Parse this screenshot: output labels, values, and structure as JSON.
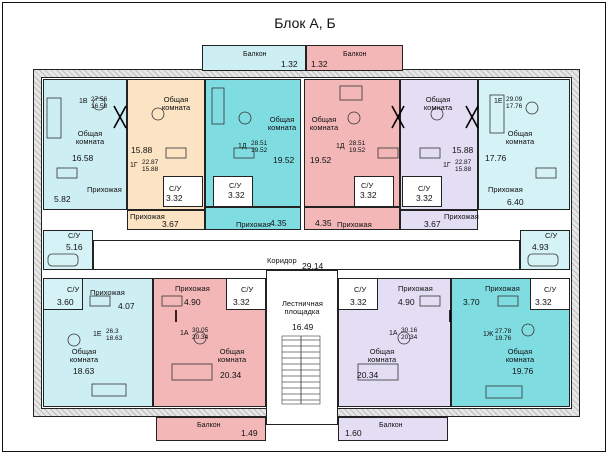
{
  "title": "Блок А, Б",
  "colors": {
    "blue": "#cdeef3",
    "peach": "#fbe3c4",
    "pink": "#f3b7b8",
    "lavender": "#e4def5",
    "cyan": "#7fdde2",
    "mint": "#d5f2f6"
  },
  "balconies": {
    "top_left": {
      "label": "Балкон",
      "area": "1.32"
    },
    "top_right": {
      "label": "Балкон",
      "area": "1.32"
    },
    "bottom_left": {
      "label": "Балкон",
      "area": "1.49"
    },
    "bottom_right": {
      "label": "Балкон",
      "area": "1.60"
    }
  },
  "apt_1b": {
    "code": "1В",
    "total": "27.56",
    "living": "16.58",
    "room_label": "Общая\nкомната",
    "room_area": "16.58",
    "hall_label": "Прихожая",
    "hall_area": "5.82",
    "bath_area": "5.16",
    "bath_label": "С/У"
  },
  "apt_1g_left": {
    "code": "1Г",
    "total": "22.87",
    "living": "15.88",
    "room_label": "Общая\nкомната",
    "room_area": "15.88",
    "bath_label": "С/У",
    "bath_area": "3.32",
    "hall_label": "Прихожая",
    "hall_area": "3.67"
  },
  "apt_1d_left": {
    "code": "1Д",
    "total": "28.51",
    "living": "19.52",
    "room_label": "Общая\nкомната",
    "room_area": "19.52",
    "bath_label": "С/У",
    "bath_area": "3.32",
    "hall_label": "Прихожая",
    "hall_area": "4.35"
  },
  "apt_1d_right": {
    "code": "1Д",
    "total": "28.51",
    "living": "19.52",
    "room_label": "Общая\nкомната",
    "room_area": "19.52",
    "bath_label": "С/У",
    "bath_area": "3.32",
    "hall_label": "Прихожая",
    "hall_area": "4.35"
  },
  "apt_1g_right": {
    "code": "1Г",
    "total": "22.87",
    "living": "15.88",
    "room_label": "Общая\nкомната",
    "room_area": "15.88",
    "bath_label": "С/У",
    "bath_area": "3.32",
    "hall_label": "Прихожая",
    "hall_area": "3.67"
  },
  "apt_1e_top": {
    "code": "1Е",
    "total": "29.09",
    "living": "17.76",
    "room_label": "Общая\nкомната",
    "room_area": "17.76",
    "hall_label": "Прихожая",
    "hall_area": "6.40",
    "bath_label": "С/У",
    "bath_area": "4.93"
  },
  "corridor": {
    "label": "Коридор",
    "area": "29.14"
  },
  "stairs": {
    "label": "Лестничная\nплощадка",
    "area": "16.49"
  },
  "apt_1e_bottom": {
    "code": "1Е",
    "total": "26.3",
    "living": "18.63",
    "room_label": "Общая\nкомната",
    "room_area": "18.63",
    "bath_label": "С/У",
    "bath_area": "3.60",
    "hall_label": "Прихожая",
    "hall_area": "4.07"
  },
  "apt_1a_left": {
    "code": "1А",
    "total": "30.05",
    "living": "20.34",
    "room_label": "Общая\nкомната",
    "room_area": "20.34",
    "hall_label": "Прихожая",
    "hall_area": "4.90",
    "bath_label": "С/У",
    "bath_area": "3.32"
  },
  "apt_1a_right": {
    "code": "1А",
    "total": "30.16",
    "living": "20.34",
    "room_label": "Общая\nкомната",
    "room_area": "20.34",
    "hall_label": "Прихожая",
    "hall_area": "4.90",
    "bath_label": "С/У",
    "bath_area": "3.32"
  },
  "apt_1zh": {
    "code": "1Ж",
    "total": "27.78",
    "living": "19.76",
    "room_label": "Общая\nкомната",
    "room_area": "19.76",
    "hall_label": "Прихожая",
    "hall_area": "3.70",
    "bath_label": "С/У",
    "bath_area": "3.32"
  }
}
